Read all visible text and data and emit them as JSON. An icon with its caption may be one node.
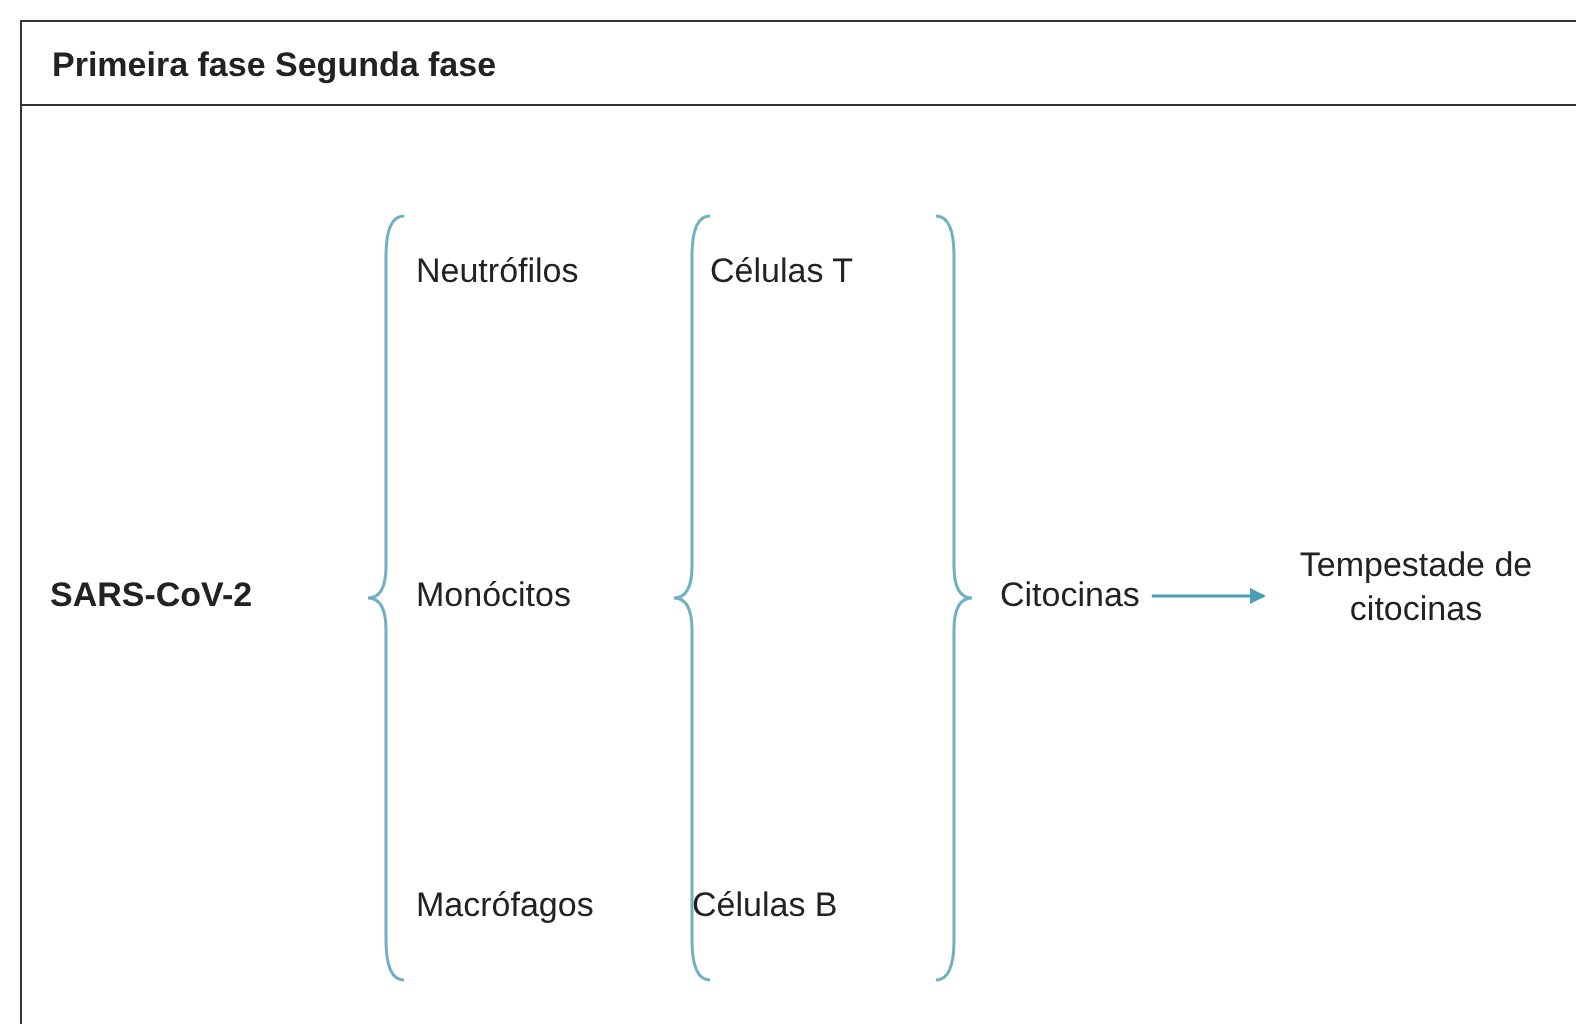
{
  "diagram": {
    "title": "Primeira fase Segunda fase",
    "nodes": [
      {
        "text": [
          "SARS-CoV-2"
        ]
      },
      {
        "text": [
          "Neutrófilos"
        ]
      },
      {
        "text": [
          "Monócitos"
        ]
      },
      {
        "text": [
          "Macrófagos"
        ]
      },
      {
        "text": [
          "Células T"
        ]
      },
      {
        "text": [
          "Células B"
        ]
      },
      {
        "text": [
          "Citocinas"
        ]
      },
      {
        "text": [
          "Tempestade de citocinas"
        ]
      }
    ],
    "edges": [
      {
        "from": 6,
        "to": 7,
        "arrow": "to",
        "color": "#4a9fb5"
      }
    ]
  }
}
